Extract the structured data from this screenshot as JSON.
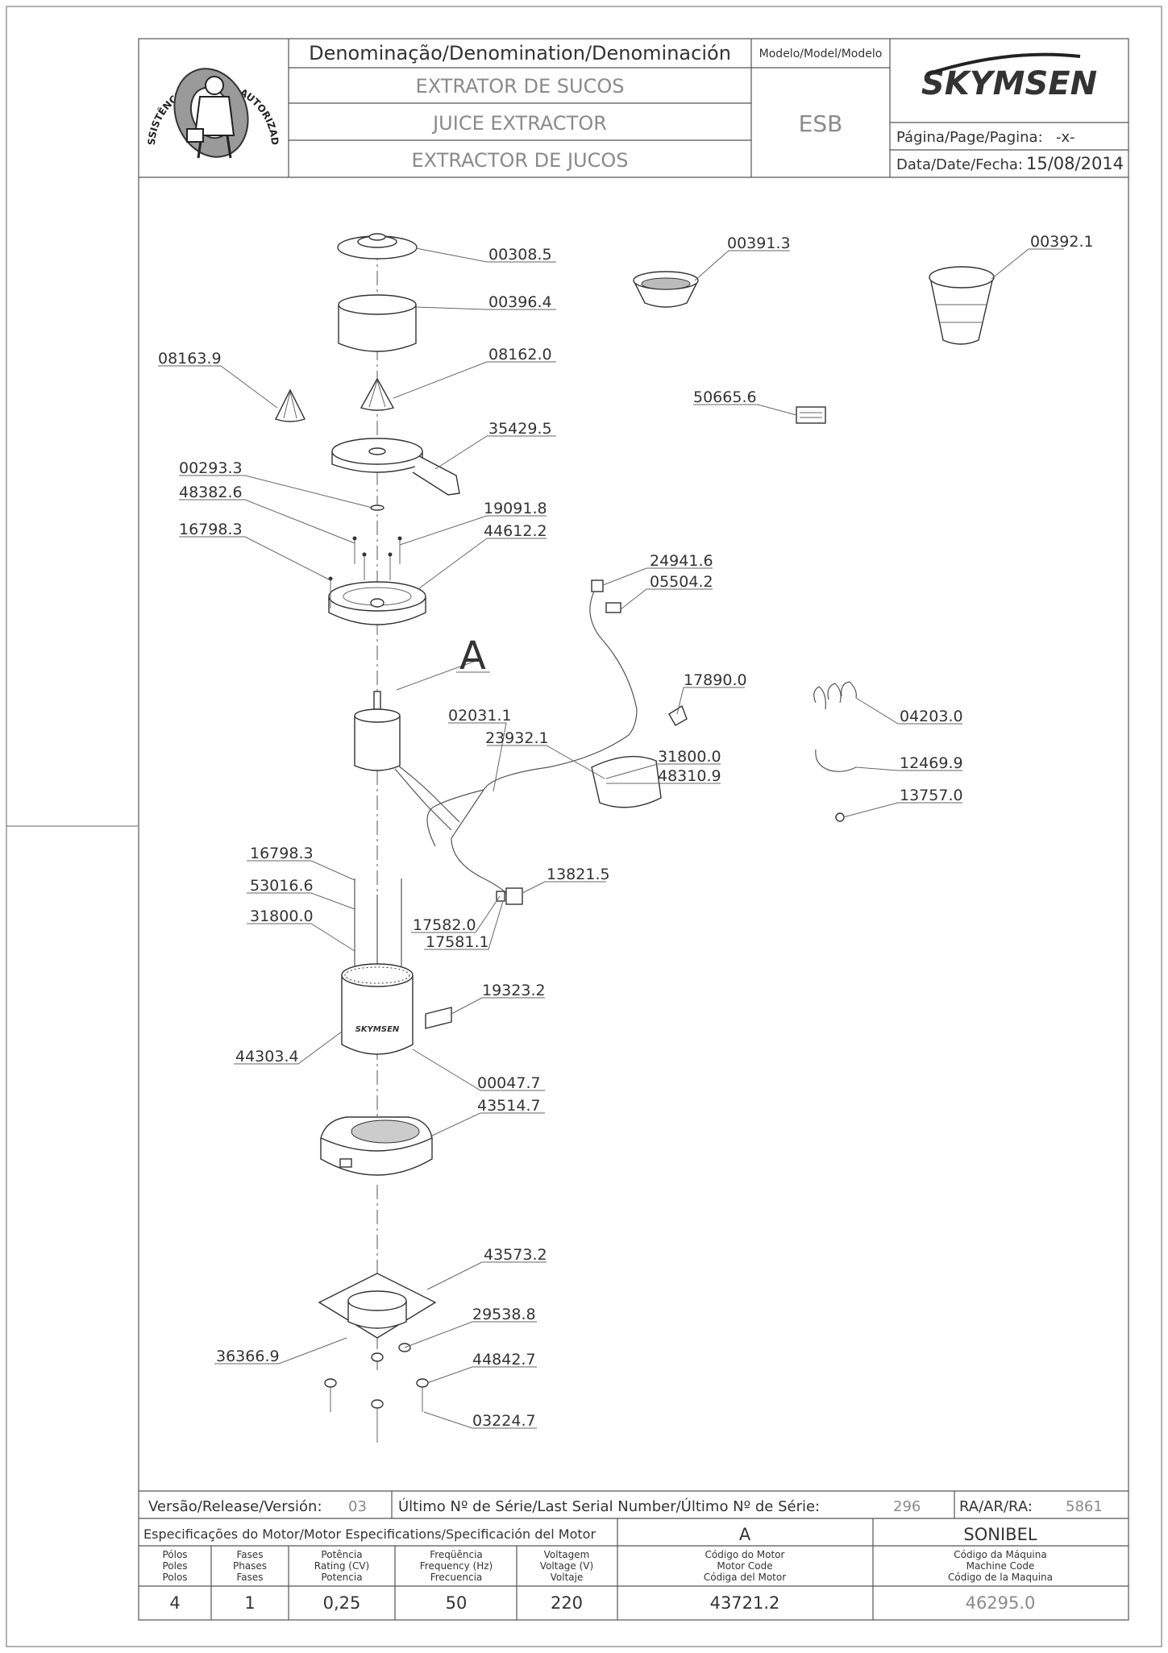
{
  "header": {
    "denomination_label": "Denominação/Denomination/Denominación",
    "names": [
      "EXTRATOR DE SUCOS",
      "JUICE EXTRACTOR",
      "EXTRACTOR DE JUCOS"
    ],
    "model_label": "Modelo/Model/Modelo",
    "model": "ESB",
    "brand": "SKYMSEN",
    "page_label": "Página/Page/Pagina:",
    "page_value": "-x-",
    "date_label": "Data/Date/Fecha:",
    "date_value": "15/08/2014",
    "seal_text": "ASSISTÊNCIA TÉCNICA AUTORIZADA"
  },
  "parts": [
    "00308.5",
    "00396.4",
    "08162.0",
    "08163.9",
    "35429.5",
    "00293.3",
    "48382.6",
    "19091.8",
    "16798.3",
    "44612.2",
    "00391.3",
    "00392.1",
    "50665.6",
    "24941.6",
    "05504.2",
    "17890.0",
    "02031.1",
    "23932.1",
    "31800.0",
    "48310.9",
    "04203.0",
    "12469.9",
    "13757.0",
    "16798.3",
    "53016.6",
    "31800.0",
    "13821.5",
    "17582.0",
    "17581.1",
    "19323.2",
    "44303.4",
    "00047.7",
    "43514.7",
    "43573.2",
    "29538.8",
    "36366.9",
    "44842.7",
    "03224.7"
  ],
  "callout_letter": "A",
  "footer": {
    "version_label": "Versão/Release/Versión:",
    "version_value": "03",
    "serial_label": "Último Nº de Série/Last Serial Number/Último Nº de Série:",
    "serial_value": "296",
    "ra_label": "RA/AR/RA:",
    "ra_value": "5861",
    "motor_spec_label": "Especificações do Motor/Motor Especifications/Specificación del Motor",
    "motor_letter": "A",
    "motor_brand": "SONIBEL",
    "columns": [
      [
        "Pólos",
        "Poles",
        "Polos"
      ],
      [
        "Fases",
        "Phases",
        "Fases"
      ],
      [
        "Potência",
        "Rating (CV)",
        "Potencia"
      ],
      [
        "Freqüência",
        "Frequency (Hz)",
        "Frecuencia"
      ],
      [
        "Voltagem",
        "Voltage (V)",
        "Voltaje"
      ],
      [
        "Código do Motor",
        "Motor Code",
        "Códiga del Motor"
      ],
      [
        "Código da Máquina",
        "Machine Code",
        "Código de la Maquina"
      ]
    ],
    "values": [
      "4",
      "1",
      "0,25",
      "50",
      "220",
      "43721.2",
      "46295.0"
    ]
  }
}
